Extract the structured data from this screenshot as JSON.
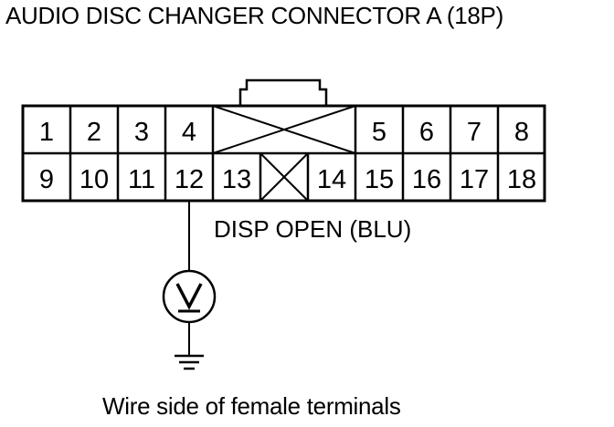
{
  "title": "AUDIO DISC CHANGER CONNECTOR A (18P)",
  "caption": "Wire side of female terminals",
  "wire_label": "DISP OPEN (BLU)",
  "connector": {
    "top_row": [
      "1",
      "2",
      "3",
      "4",
      "5",
      "6",
      "7",
      "8"
    ],
    "bottom_row": [
      "9",
      "10",
      "11",
      "12",
      "13",
      "14",
      "15",
      "16",
      "17",
      "18"
    ]
  },
  "icons": {
    "voltmeter": "voltmeter-icon",
    "ground": "ground-icon"
  },
  "colors": {
    "ink": "#000000",
    "background": "#ffffff"
  }
}
